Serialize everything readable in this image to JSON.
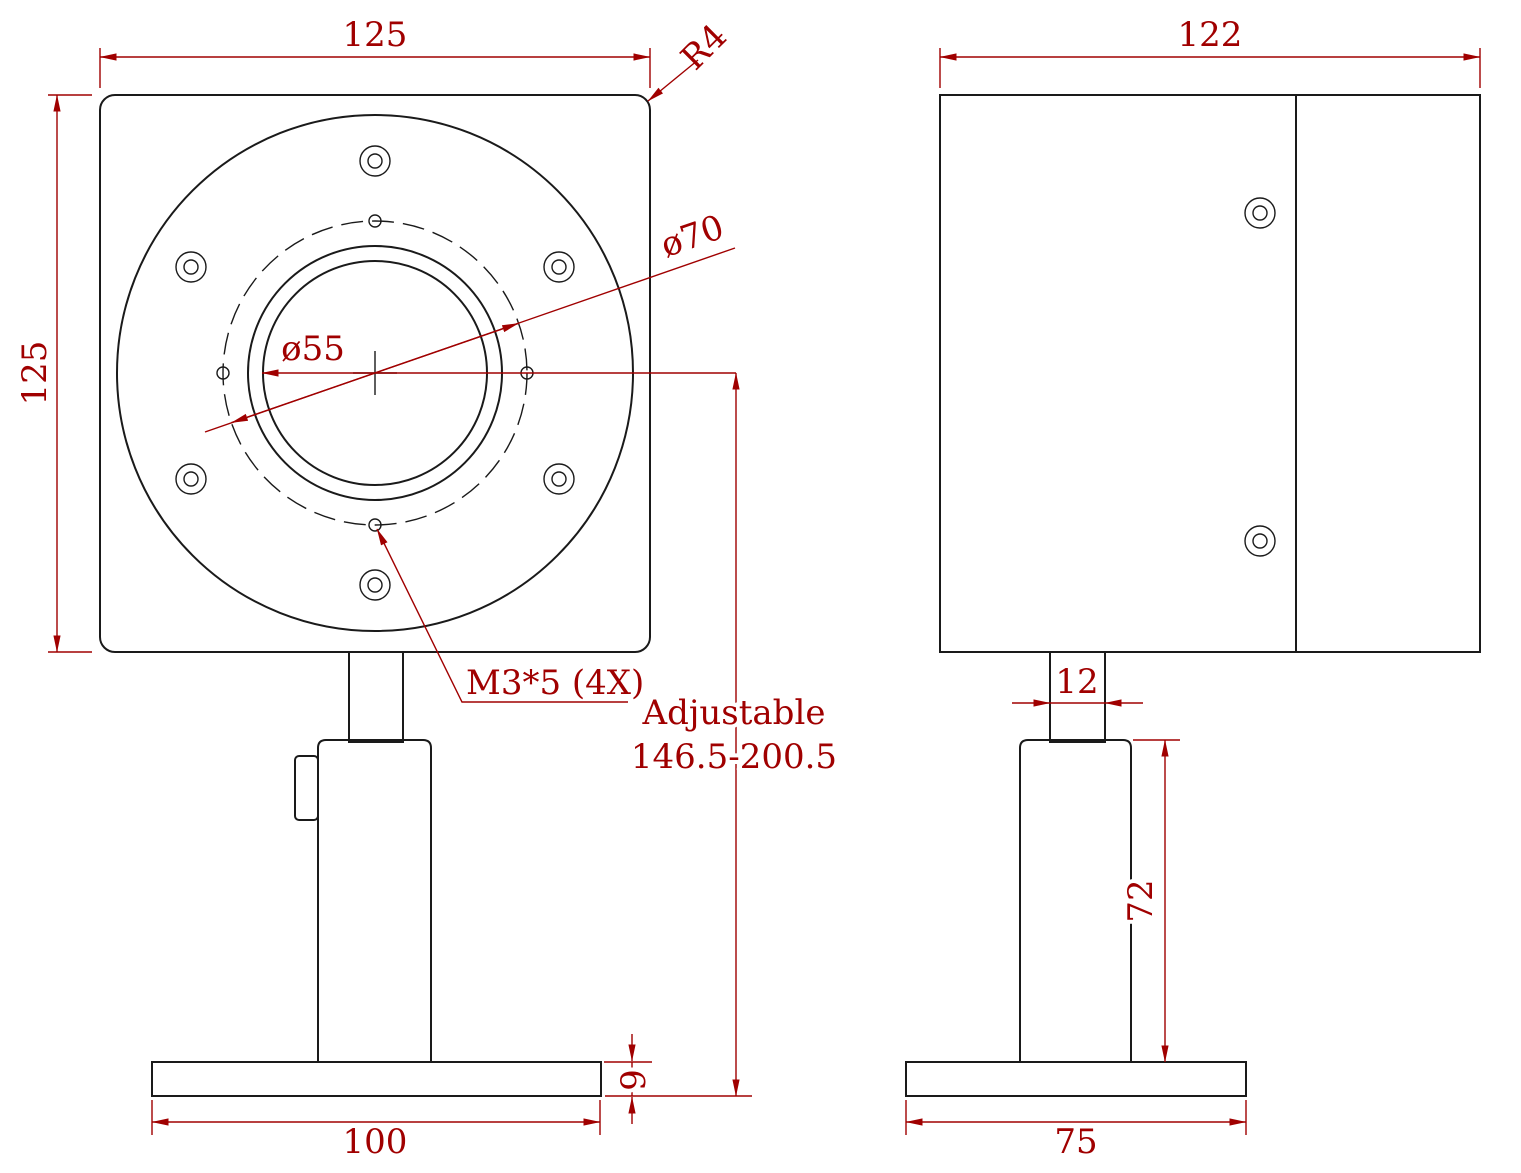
{
  "drawing": {
    "front_view": {
      "width_top": "125",
      "height_left": "125",
      "corner_radius": "R4",
      "bolt_circle_dia": "ø70",
      "aperture_dia": "ø55",
      "screw_callout": "M3*5 (4X)",
      "adjustable_label": "Adjustable",
      "adjustable_range": "146.5-200.5",
      "base_thickness": "9",
      "base_width": "100"
    },
    "side_view": {
      "width_top": "122",
      "neck_width": "12",
      "post_height": "72",
      "base_width": "75"
    }
  },
  "colors": {
    "dimension": "#a00000",
    "outline": "#1a1a1a",
    "background": "#ffffff"
  }
}
